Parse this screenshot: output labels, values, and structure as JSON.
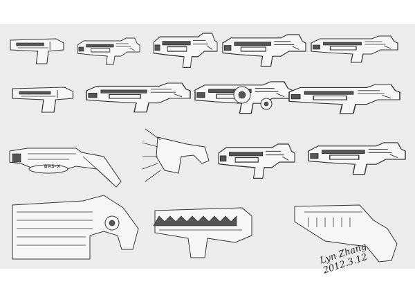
{
  "sheet": {
    "weapon_label": "BAS-X",
    "signature": "Lyn Zhang 2012.3.12"
  },
  "weapons": [
    "pistol-1",
    "rifle-2",
    "smg-3",
    "rifle-4",
    "rifle-5",
    "pistol-6",
    "rifle-7",
    "gatling-8",
    "rifle-9",
    "rifle-bas-x",
    "multi-barrel-11",
    "rifle-12",
    "rifle-13",
    "cannon-14",
    "saw-rifle-15",
    "blade-pistol-16"
  ],
  "colors": {
    "background": "#ececec",
    "page": "#ffffff",
    "ink": "#333333"
  }
}
